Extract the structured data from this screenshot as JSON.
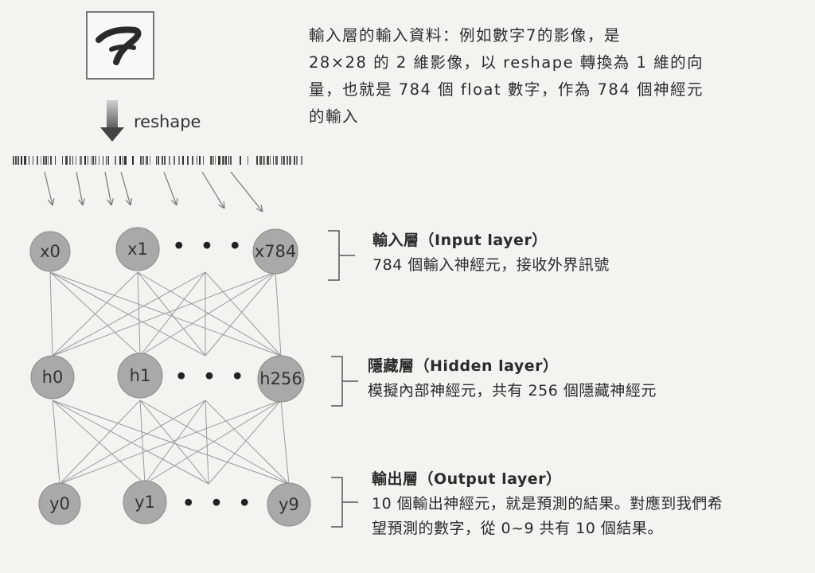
{
  "intro_text": "輸入層的輸入資料：例如數字7的影像，是28×28的2維影像，以reshape轉換為1維的向量，也就是784個float數字，作為784個神經元的輸入",
  "intro_lines": [
    "輸入層的輸入資料：例如數字7的影像，是",
    "28×28 的 2 維影像，以 reshape 轉換為 1 維的向",
    "量，也就是 784 個 float 數字，作為 784 個神經元",
    "的輸入"
  ],
  "reshape_label": "reshape",
  "input_layer": {
    "title": "輸入層（Input layer）",
    "description": "784 個輸入神經元，接收外界訊號",
    "nodes": [
      "x0",
      "x1",
      "x784"
    ]
  },
  "hidden_layer": {
    "title": "隱藏層（Hidden layer）",
    "description": "模擬內部神經元，共有 256 個隱藏神經元",
    "nodes": [
      "h0",
      "h1",
      "h256"
    ]
  },
  "output_layer": {
    "title": "輸出層（Output layer）",
    "description_lines": [
      "10 個輸出神經元，就是預測的結果。對應到我們希",
      "望預測的數字，從 0~9 共有 10 個結果。"
    ],
    "nodes": [
      "y0",
      "y1",
      "y9"
    ]
  },
  "ellipsis": "• • •",
  "colors": {
    "node_fill": "#a9a9a9",
    "node_stroke": "#8a8a8a",
    "line": "#9a9a9a",
    "background": "#f4f3ef"
  }
}
